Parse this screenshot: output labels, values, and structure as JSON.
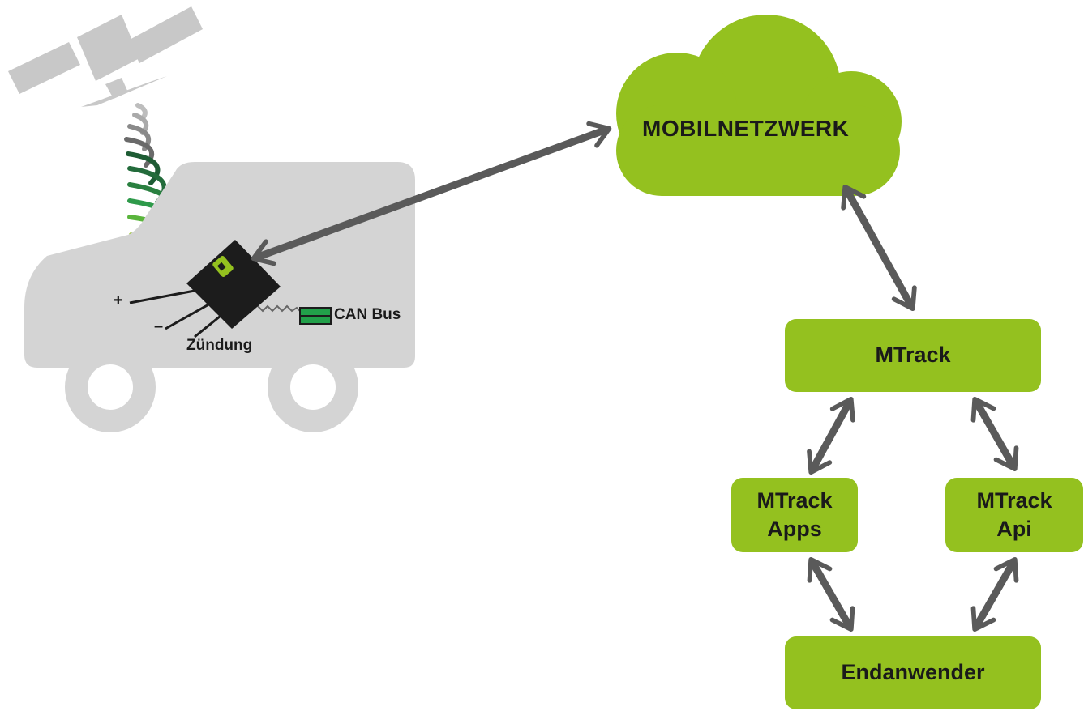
{
  "cloud": {
    "label": "MOBILNETZWERK"
  },
  "nodes": {
    "mtrack": "MTrack",
    "apps": {
      "line1": "MTrack",
      "line2": "Apps"
    },
    "api": {
      "line1": "MTrack",
      "line2": "Api"
    },
    "endanwender": "Endanwender"
  },
  "device": {
    "plus": "+",
    "minus": "–",
    "ignition": "Zündung",
    "can_bus": "CAN Bus"
  },
  "colors": {
    "accent_green": "#94c11f",
    "arrow_gray": "#5a5a5a",
    "vehicle_gray": "#d4d4d4",
    "satellite_gray": "#c8c8c8",
    "signal_dark_green": "#1e5c34",
    "signal_green": "#2e9a4a",
    "signal_light_green": "#94c11f",
    "device_black": "#1c1c1c",
    "can_green": "#22a04a"
  },
  "icons": [
    "satellite-icon",
    "van-icon",
    "tracker-device-icon",
    "sim-card-icon",
    "cloud-icon",
    "signal-waves-icon"
  ]
}
